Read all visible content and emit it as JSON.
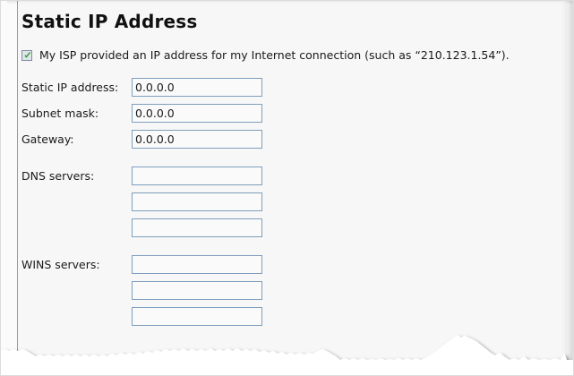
{
  "page": {
    "title": "Static IP Address",
    "background_color": "#f7f7f7",
    "input_border_color": "#7f9ebd",
    "checkbox_check_color": "#1a9a1a"
  },
  "isp_checkbox": {
    "checked": true,
    "label": "My ISP provided an IP address for my Internet connection (such as “210.123.1.54”).",
    "icon": "checkmark-icon"
  },
  "address_fields": [
    {
      "label": "Static IP address:",
      "value": "0.0.0.0",
      "placeholder": ""
    },
    {
      "label": "Subnet mask:",
      "value": "0.0.0.0",
      "placeholder": ""
    },
    {
      "label": "Gateway:",
      "value": "0.0.0.0",
      "placeholder": ""
    }
  ],
  "dns_group": {
    "label": "DNS servers:",
    "fields": [
      {
        "value": "",
        "placeholder": ""
      },
      {
        "value": "",
        "placeholder": ""
      },
      {
        "value": "",
        "placeholder": ""
      }
    ]
  },
  "wins_group": {
    "label": "WINS servers:",
    "fields": [
      {
        "value": "",
        "placeholder": ""
      },
      {
        "value": "",
        "placeholder": ""
      },
      {
        "value": "",
        "placeholder": ""
      }
    ]
  }
}
